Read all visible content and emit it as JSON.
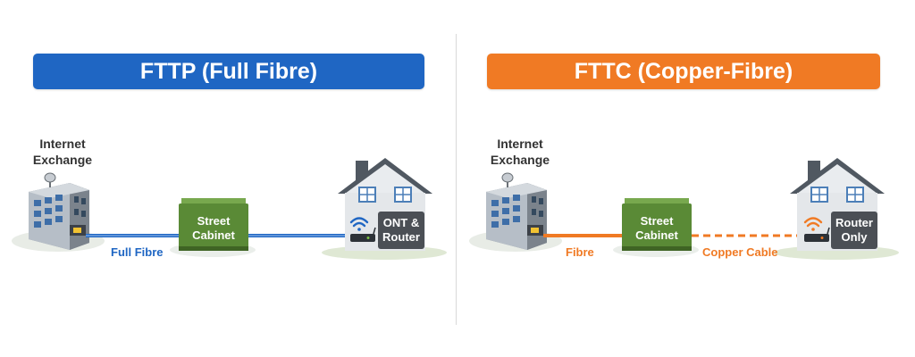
{
  "colors": {
    "fttp_blue": "#1f66c3",
    "fttc_orange": "#f07a24",
    "cabinet_green": "#5a8a36",
    "box_dark": "#4b4f55"
  },
  "fttp": {
    "title": "FTTP (Full Fibre)",
    "exchange_label": "Internet\nExchange",
    "cabinet_label": "Street\nCabinet",
    "cable_label": "Full Fibre",
    "home_box_label": "ONT &\nRouter"
  },
  "fttc": {
    "title": "FTTC (Copper-Fibre)",
    "exchange_label": "Internet\nExchange",
    "cabinet_label": "Street\nCabinet",
    "fibre_label": "Fibre",
    "copper_label": "Copper Cable",
    "home_box_label": "Router\nOnly"
  },
  "icons": [
    "building-icon",
    "satellite-dish-icon",
    "cabinet-icon",
    "house-icon",
    "wifi-icon",
    "router-icon"
  ]
}
